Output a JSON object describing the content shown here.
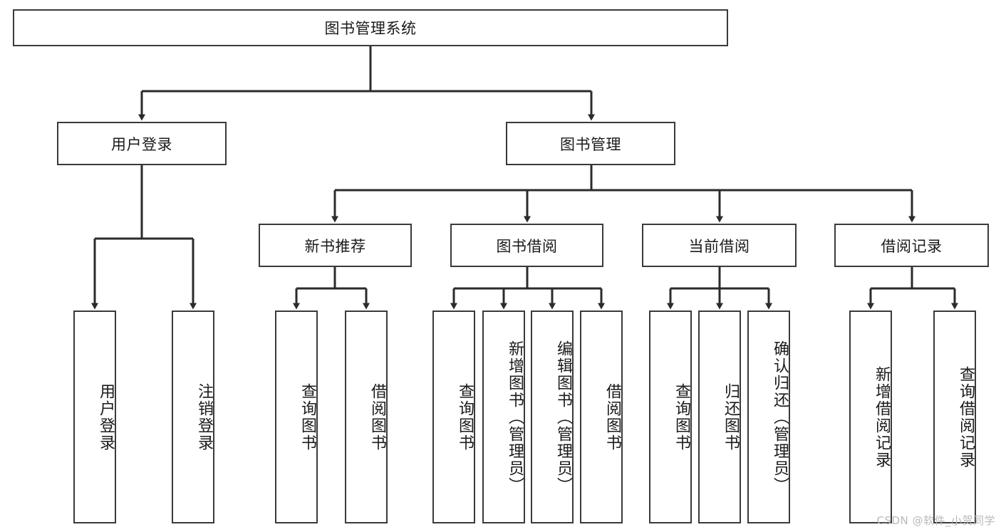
{
  "diagram": {
    "type": "tree",
    "title": "图书管理系统",
    "orientation": "top-down",
    "colors": {
      "box_border": "#3a3a3a",
      "box_fill": "#ffffff",
      "connector": "#2b2b2b",
      "text": "#1a1a1a",
      "watermark": "#b9b9b9"
    },
    "root": {
      "label": "图书管理系统"
    },
    "level2": [
      {
        "label": "用户登录"
      },
      {
        "label": "图书管理"
      }
    ],
    "level3": [
      {
        "label": "新书推荐"
      },
      {
        "label": "图书借阅"
      },
      {
        "label": "当前借阅"
      },
      {
        "label": "借阅记录"
      }
    ],
    "leaves": {
      "user_login": [
        {
          "label": "用户登录"
        },
        {
          "label": "注销登录"
        }
      ],
      "new_book_recommend": [
        {
          "label": "查询图书"
        },
        {
          "label": "借阅图书"
        }
      ],
      "book_borrow": [
        {
          "label": "查询图书"
        },
        {
          "label": "新增图书（管理员）"
        },
        {
          "label": "编辑图书（管理员）"
        },
        {
          "label": "借阅图书"
        }
      ],
      "current_borrow": [
        {
          "label": "查询图书"
        },
        {
          "label": "归还图书"
        },
        {
          "label": "确认归还（管理员）"
        }
      ],
      "borrow_record": [
        {
          "label": "新增借阅记录"
        },
        {
          "label": "查询借阅记录"
        }
      ]
    }
  },
  "watermark": {
    "text": "CSDN @软件_小贺同学"
  }
}
